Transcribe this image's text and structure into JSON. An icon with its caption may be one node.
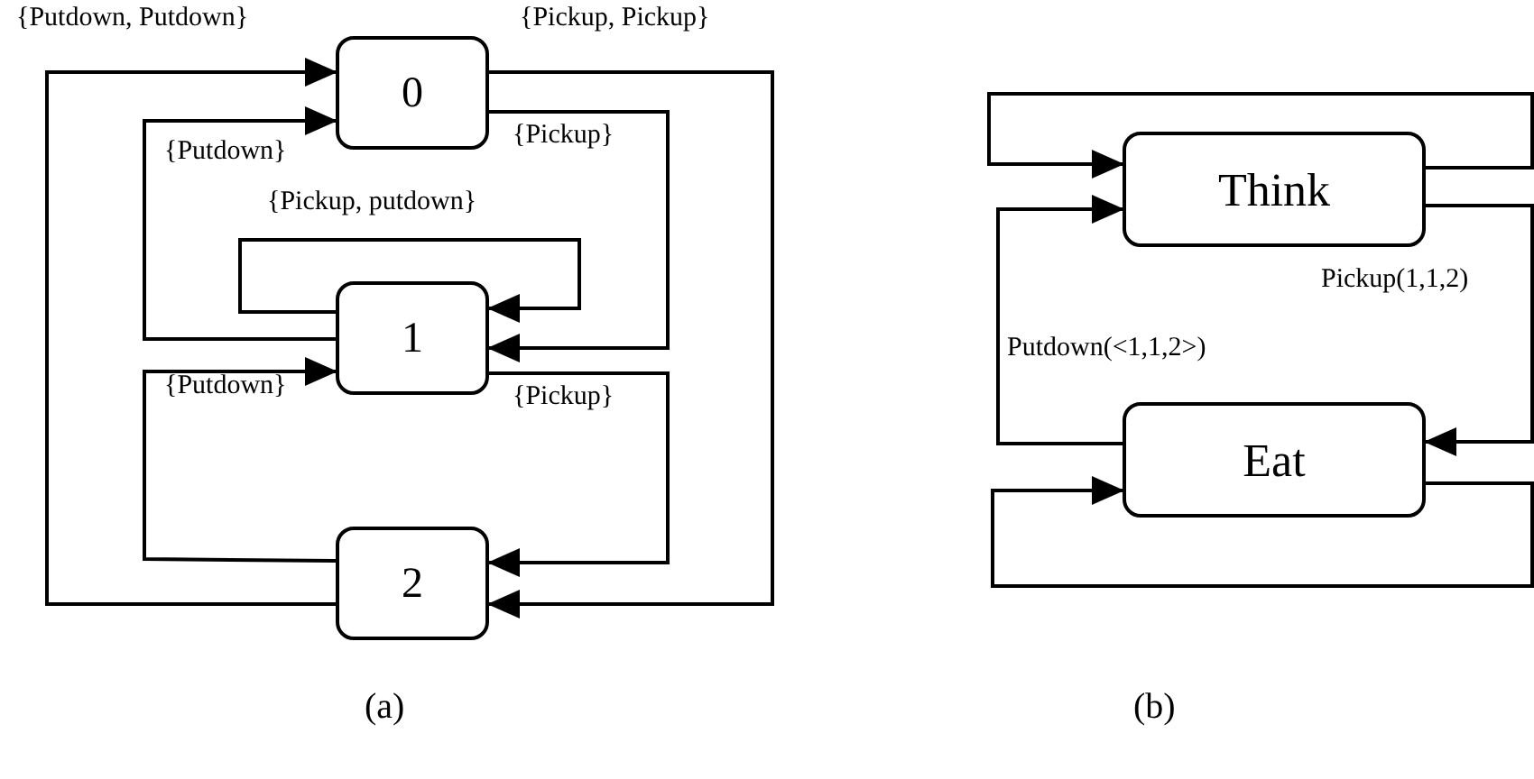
{
  "diagram": {
    "nodes": [
      {
        "text": [
          "0"
        ]
      },
      {
        "text": [
          "1"
        ]
      },
      {
        "text": [
          "2"
        ]
      },
      {
        "text": [
          "Think"
        ]
      },
      {
        "text": [
          "Eat"
        ]
      }
    ],
    "edges": [
      {
        "from": 2,
        "to": 0,
        "arrow": "to",
        "label": "{Putdown, Putdown}"
      },
      {
        "from": 0,
        "to": 2,
        "arrow": "to",
        "label": "{Pickup, Pickup}"
      },
      {
        "from": 1,
        "to": 0,
        "arrow": "to",
        "label": "{Putdown}"
      },
      {
        "from": 0,
        "to": 1,
        "arrow": "to",
        "label": "{Pickup}"
      },
      {
        "from": 1,
        "to": 1,
        "arrow": "to",
        "label": "{Pickup, putdown}"
      },
      {
        "from": 2,
        "to": 1,
        "arrow": "to",
        "label": "{Putdown}"
      },
      {
        "from": 1,
        "to": 2,
        "arrow": "to",
        "label": "{Pickup}"
      },
      {
        "from": 3,
        "to": 3,
        "arrow": "to"
      },
      {
        "from": 3,
        "to": 4,
        "arrow": "to",
        "label": "Pickup(1,1,2)"
      },
      {
        "from": 4,
        "to": 3,
        "arrow": "to",
        "label": "Putdown(<1,1,2>)"
      },
      {
        "from": 4,
        "to": 4,
        "arrow": "to"
      }
    ],
    "labels": [
      "(a)",
      "(b)"
    ]
  }
}
